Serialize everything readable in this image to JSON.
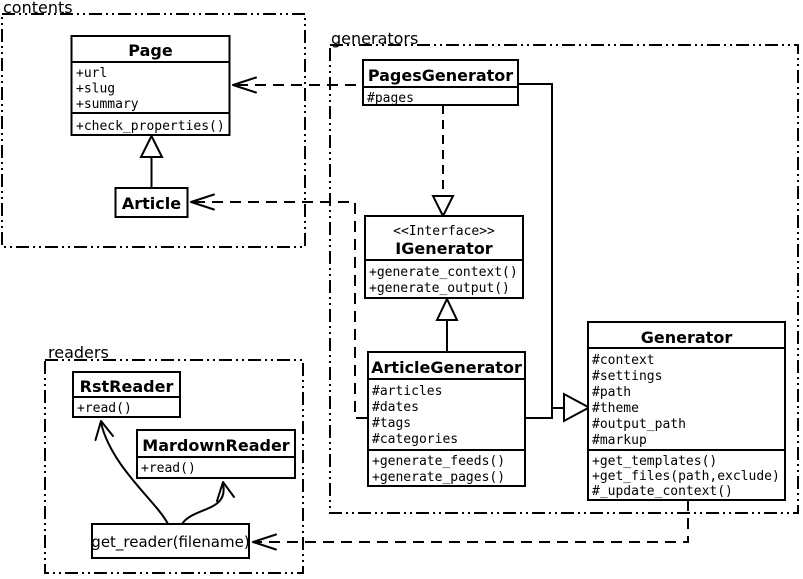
{
  "colors": {
    "stroke": "#000000",
    "background": "#ffffff"
  },
  "packages": {
    "contents": "contents",
    "generators": "generators",
    "readers": "readers"
  },
  "classes": {
    "page": {
      "name": "Page",
      "attrs": [
        "+url",
        "+slug",
        "+summary"
      ],
      "methods": [
        "+check_properties()"
      ]
    },
    "article": {
      "name": "Article"
    },
    "pagesGenerator": {
      "name": "PagesGenerator",
      "attrs": [
        "#pages"
      ]
    },
    "iGenerator": {
      "stereotype": "<<Interface>>",
      "name": "IGenerator",
      "methods": [
        "+generate_context()",
        "+generate_output()"
      ]
    },
    "articleGenerator": {
      "name": "ArticleGenerator",
      "attrs": [
        "#articles",
        "#dates",
        "#tags",
        "#categories"
      ],
      "methods": [
        "+generate_feeds()",
        "+generate_pages()"
      ]
    },
    "generator": {
      "name": "Generator",
      "attrs": [
        "#context",
        "#settings",
        "#path",
        "#theme",
        "#output_path",
        "#markup"
      ],
      "methods": [
        "+get_templates()",
        "+get_files(path,exclude)",
        "#_update_context()"
      ]
    },
    "rstReader": {
      "name": "RstReader",
      "methods": [
        "+read()"
      ]
    },
    "mardownReader": {
      "name": "MardownReader",
      "methods": [
        "+read()"
      ]
    },
    "getReader": {
      "name": "get_reader(filename)"
    }
  }
}
